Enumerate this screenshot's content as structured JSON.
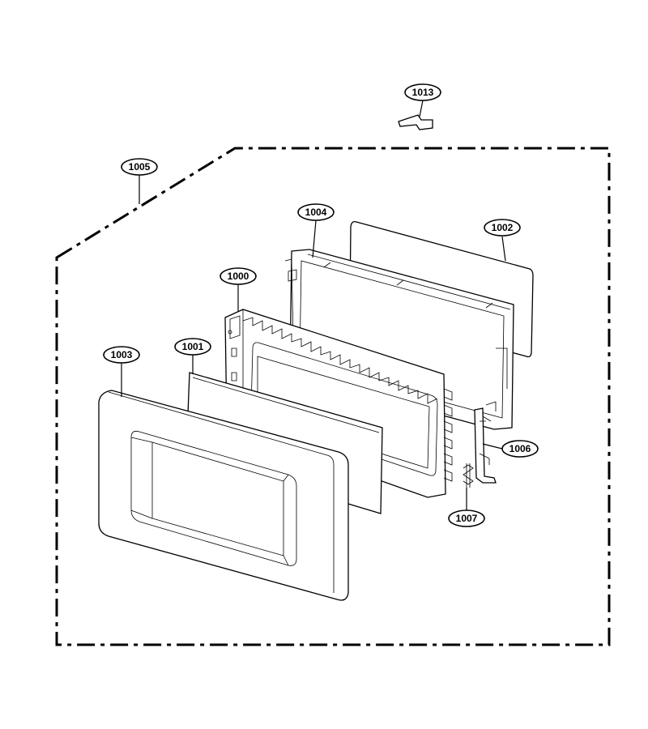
{
  "callouts": [
    {
      "id": "1013",
      "label": "1013"
    },
    {
      "id": "1005",
      "label": "1005"
    },
    {
      "id": "1004",
      "label": "1004"
    },
    {
      "id": "1002",
      "label": "1002"
    },
    {
      "id": "1000",
      "label": "1000"
    },
    {
      "id": "1001",
      "label": "1001"
    },
    {
      "id": "1003",
      "label": "1003"
    },
    {
      "id": "1006",
      "label": "1006"
    },
    {
      "id": "1007",
      "label": "1007"
    }
  ]
}
